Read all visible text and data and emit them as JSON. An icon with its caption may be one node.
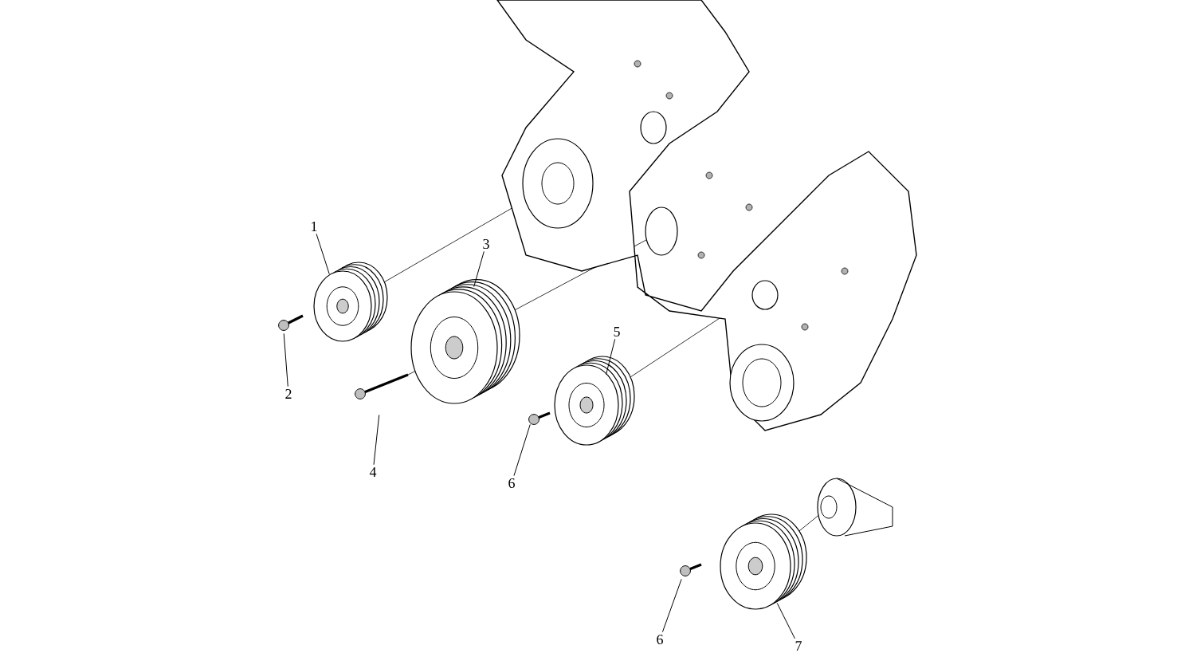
{
  "diagram": {
    "nodes": [
      {
        "text": [
          "1"
        ]
      },
      {
        "text": [
          "2"
        ]
      },
      {
        "text": [
          "3"
        ]
      },
      {
        "text": [
          "4"
        ]
      },
      {
        "text": [
          "5"
        ]
      },
      {
        "text": [
          "6"
        ]
      },
      {
        "text": [
          "6"
        ]
      },
      {
        "text": [
          "7"
        ]
      },
      {
        "text": [],
        "shape": "picture"
      },
      {
        "text": [],
        "shape": "picture"
      },
      {
        "text": [],
        "shape": "picture"
      },
      {
        "text": [],
        "shape": "picture"
      },
      {
        "text": [],
        "shape": "picture"
      },
      {
        "text": [],
        "shape": "picture"
      },
      {
        "text": [],
        "shape": "picture"
      },
      {
        "text": [],
        "shape": "picture"
      }
    ],
    "edges": [
      {
        "from": 0,
        "to": 8,
        "arrow": "none"
      },
      {
        "from": 1,
        "to": 9,
        "arrow": "none"
      },
      {
        "from": 2,
        "to": 10,
        "arrow": "none"
      },
      {
        "from": 3,
        "to": 11,
        "arrow": "none"
      },
      {
        "from": 4,
        "to": 12,
        "arrow": "none"
      },
      {
        "from": 5,
        "to": 13,
        "arrow": "none"
      },
      {
        "from": 6,
        "to": 14,
        "arrow": "none"
      },
      {
        "from": 7,
        "to": 15,
        "arrow": "none"
      }
    ]
  }
}
